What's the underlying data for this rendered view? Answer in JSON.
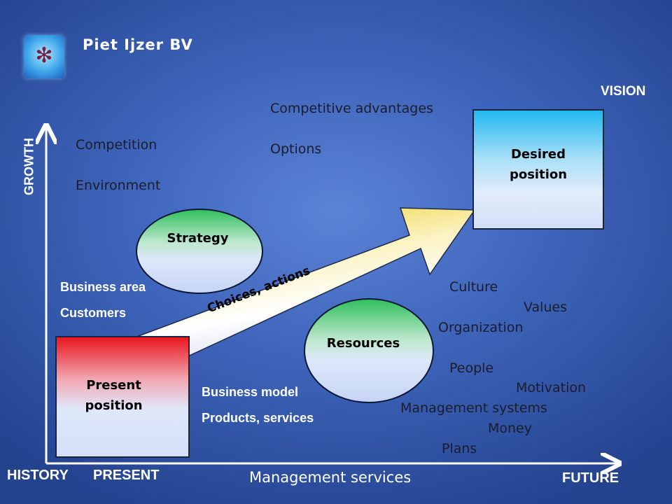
{
  "company": "Piet Ijzer BV",
  "logo_icon": "team-logo-icon",
  "axes": {
    "y_label": "GROWTH",
    "x_title": "Management  services",
    "x_left": "HISTORY",
    "x_mid": "PRESENT",
    "x_right": "FUTURE",
    "top_right": "VISION"
  },
  "nodes": {
    "present": {
      "line1": "Present",
      "line2": "position"
    },
    "desired": {
      "line1": "Desired",
      "line2": "position"
    },
    "strategy": "Strategy",
    "resources": "Resources"
  },
  "arrow_label": "Choices, actions",
  "factors": {
    "competitive_advantages": "Competitive advantages",
    "options": "Options",
    "competition": "Competition",
    "environment": "Environment",
    "business_area": "Business area",
    "customers": "Customers",
    "business_model": "Business model",
    "products_services": "Products, services",
    "culture": "Culture",
    "values": "Values",
    "organization": "Organization",
    "people": "People",
    "motivation": "Motivation",
    "management_systems": "Management systems",
    "money": "Money",
    "plans": "Plans"
  },
  "colors": {
    "present_top": "#e8141c",
    "desired_top": "#20b8f0",
    "ellipse_top": "#2fbf5a",
    "arrow_fill": "#f4e27a"
  }
}
